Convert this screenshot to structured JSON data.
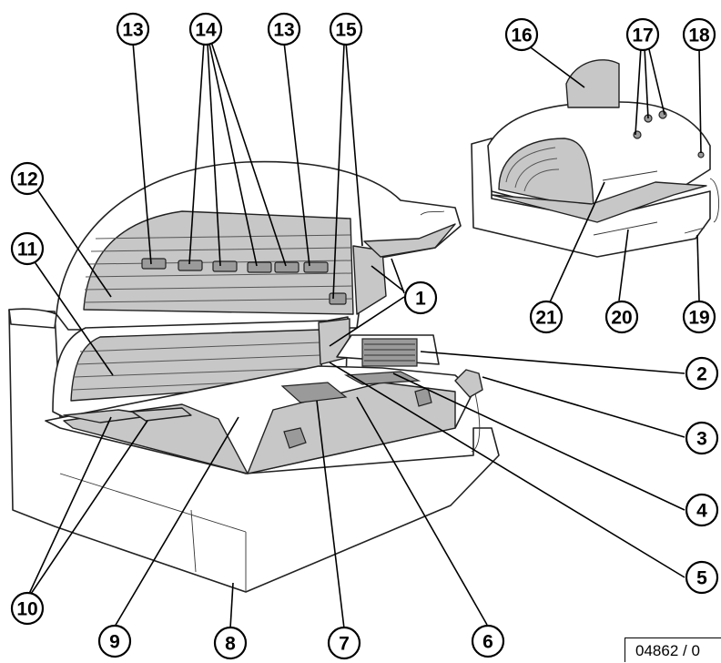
{
  "diagram": {
    "callouts": [
      "1",
      "2",
      "3",
      "4",
      "5",
      "6",
      "7",
      "8",
      "9",
      "10",
      "11",
      "12",
      "13",
      "14",
      "15",
      "16",
      "17",
      "18",
      "19",
      "20",
      "21"
    ],
    "reference_code": "04862 / 0"
  }
}
